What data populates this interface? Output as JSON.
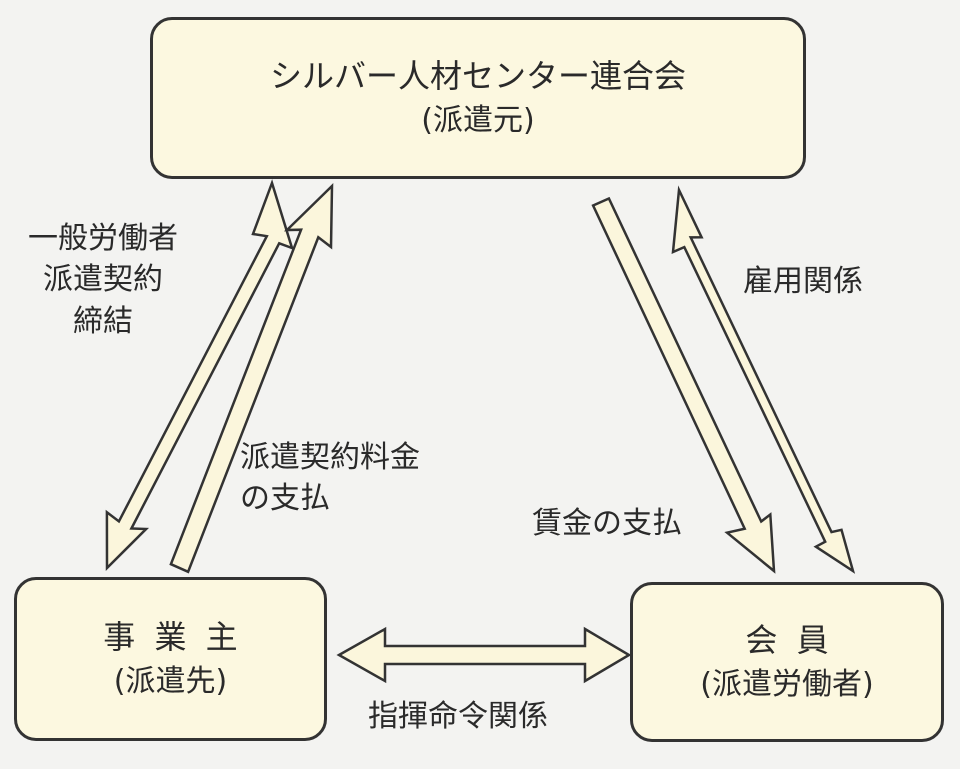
{
  "nodes": {
    "federation": {
      "title": "シルバー人材センター連合会",
      "role": "(派遣元)"
    },
    "employer": {
      "title": "事業主",
      "role": "(派遣先)"
    },
    "member": {
      "title": "会員",
      "role": "(派遣労働者)"
    }
  },
  "relations": {
    "contract": [
      "一般労働者",
      "派遣契約",
      "締結"
    ],
    "fee": [
      "派遣契約料金",
      "の支払"
    ],
    "wage": "賃金の支払",
    "employment": "雇用関係",
    "command": "指揮命令関係"
  },
  "colors": {
    "box_fill": "#fcf8e0",
    "arrow_fill": "#fbf6dc",
    "stroke": "#333333",
    "background": "#f3f3f1"
  }
}
